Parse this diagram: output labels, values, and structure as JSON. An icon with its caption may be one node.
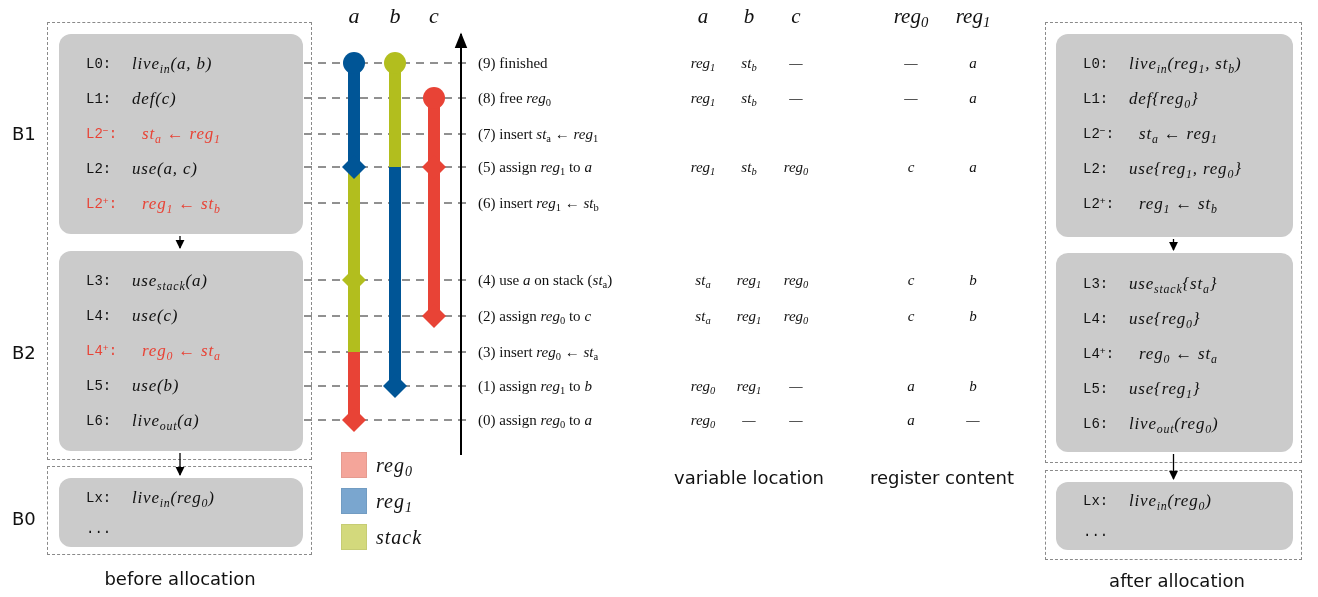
{
  "diagram": {
    "nodes": [
      {
        "text": [],
        "shape": "box",
        "beside": [
          "B1",
          "B2"
        ]
      },
      {
        "text": [
          "L0:",
          "live$_{in}$(a, b)",
          "L1:",
          "def(c)",
          "L2$^{−}$:",
          "st$_{a}$ ← reg$_{1}$",
          "L2:",
          "use(a, c)",
          "L2$^{+}$:",
          "reg$_{1}$ ← st$_{b}$"
        ],
        "in": 0
      },
      {
        "text": [
          "L3:",
          "use$_{stack}$(a)",
          "L4:",
          "use(c)",
          "L4$^{+}$:",
          "reg$_{0}$ ← st$_{a}$",
          "L5:",
          "use(b)",
          "L6:",
          "live$_{out}$(a)"
        ],
        "in": 0
      },
      {
        "text": [],
        "shape": "box",
        "beside": [
          "B0"
        ]
      },
      {
        "text": [
          "Lx:",
          "live$_{in}$(reg$_{0}$)",
          "..."
        ],
        "in": 3
      },
      {
        "text": [],
        "shape": "box"
      },
      {
        "text": [
          "L0:",
          "live$_{in}$(reg$_{1}$, st$_{b}$)",
          "L1:",
          "def{reg$_{0}$}",
          "L2$^{−}$:",
          "st$_{a}$ ← reg$_{1}$",
          "L2:",
          "use{reg$_{1}$, reg$_{0}$}",
          "L2$^{+}$:",
          "reg$_{1}$ ← st$_{b}$"
        ],
        "in": 5
      },
      {
        "text": [
          "L3:",
          "use$_{stack}${st$_{a}$}",
          "L4:",
          "use{reg$_{0}$}",
          "L4$^{+}$:",
          "reg$_{0}$ ← st$_{a}$",
          "L5:",
          "use{reg$_{1}$}",
          "L6:",
          "live$_{out}$(reg$_{0}$)"
        ],
        "in": 5
      },
      {
        "text": [],
        "shape": "box"
      },
      {
        "text": [
          "Lx:",
          "live$_{in}$(reg$_{0}$)",
          "..."
        ],
        "in": 8
      }
    ],
    "edges": [
      {
        "from": 1,
        "to": 2,
        "arrow": "to"
      },
      {
        "from": 2,
        "to": 4,
        "arrow": "to"
      },
      {
        "from": 6,
        "to": 7,
        "arrow": "to"
      },
      {
        "from": 7,
        "to": 9,
        "arrow": "to"
      }
    ],
    "labels": [
      "a",
      "b",
      "c",
      "a",
      "b",
      "c",
      "reg$_{0}$",
      "reg$_{1}$",
      "(9) finished",
      "reg$_{1}$",
      "st$_{b}$",
      "—",
      "—",
      "a",
      "(8) free *reg*$_{0}$",
      "reg$_{1}$",
      "st$_{b}$",
      "—",
      "—",
      "a",
      "(7) insert *st*$_{a}$ ← *reg*$_{1}$",
      "(5) assign *reg*$_{1}$ to *a*",
      "reg$_{1}$",
      "st$_{b}$",
      "reg$_{0}$",
      "c",
      "a",
      "(6) insert *reg*$_{1}$ ← *st*$_{b}$",
      "(4) use *a* on stack (*st*$_{a}$)",
      "st$_{a}$",
      "reg$_{1}$",
      "reg$_{0}$",
      "c",
      "b",
      "(2) assign *reg*$_{0}$ to *c*",
      "st$_{a}$",
      "reg$_{1}$",
      "reg$_{0}$",
      "c",
      "b",
      "(3) insert *reg*$_{0}$ ← *st*$_{a}$",
      "(1) assign *reg*$_{1}$ to *b*",
      "reg$_{0}$",
      "reg$_{1}$",
      "—",
      "a",
      "b",
      "(0) assign *reg*$_{0}$ to *a*",
      "reg$_{0}$",
      "—",
      "—",
      "a",
      "—",
      "variable location",
      "register content",
      "before allocation",
      "after allocation"
    ],
    "legend": [
      {
        "text": "reg$_{0}$",
        "color": "#f4a59a"
      },
      {
        "text": "reg$_{1}$",
        "color": "#7aa6cf"
      },
      {
        "text": "stack",
        "color": "#d3d97c"
      }
    ]
  }
}
